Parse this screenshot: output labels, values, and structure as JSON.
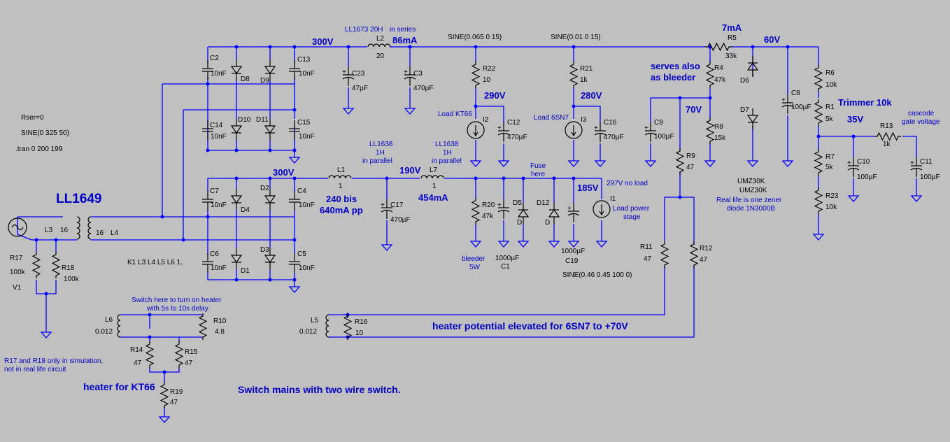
{
  "title": "LL1649",
  "directives": {
    "rser": "Rser=0",
    "sine": "SINE(0 325 50)",
    "tran": ".tran 0 200 199",
    "coupling": "K1 L3 L4 L5 L6 1."
  },
  "transformer": {
    "primary": "L3",
    "secondary": "L4",
    "n1": "16",
    "n2": "16"
  },
  "components": {
    "C2": {
      "ref": "C2",
      "val": "10nF"
    },
    "C13": {
      "ref": "C13",
      "val": "10nF"
    },
    "C14": {
      "ref": "C14",
      "val": "10nF"
    },
    "C15": {
      "ref": "C15",
      "val": "10nF"
    },
    "C7": {
      "ref": "C7",
      "val": "10nF"
    },
    "C4": {
      "ref": "C4",
      "val": "10nF"
    },
    "C6": {
      "ref": "C6",
      "val": "10nF"
    },
    "C5": {
      "ref": "C5",
      "val": "10nF"
    },
    "D8": {
      "ref": "D8"
    },
    "D9": {
      "ref": "D9"
    },
    "D10": {
      "ref": "D10"
    },
    "D11": {
      "ref": "D11"
    },
    "D4": {
      "ref": "D4"
    },
    "D2": {
      "ref": "D2"
    },
    "D1": {
      "ref": "D1"
    },
    "D3": {
      "ref": "D3"
    },
    "L2": {
      "ref": "L2",
      "val": "20"
    },
    "C23": {
      "ref": "C23",
      "val": "47µF"
    },
    "C3": {
      "ref": "C3",
      "val": "470µF"
    },
    "R22": {
      "ref": "R22",
      "val": "10"
    },
    "I2": {
      "ref": "I2"
    },
    "C12": {
      "ref": "C12",
      "val": "470µF"
    },
    "R21": {
      "ref": "R21",
      "val": "1k"
    },
    "I3": {
      "ref": "I3"
    },
    "C16": {
      "ref": "C16",
      "val": "470µF"
    },
    "R5": {
      "ref": "R5",
      "val": "33k"
    },
    "R4": {
      "ref": "R4",
      "val": "47k"
    },
    "R8": {
      "ref": "R8",
      "val": "15k"
    },
    "C9": {
      "ref": "C9",
      "val": "100µF"
    },
    "R9": {
      "ref": "R9",
      "val": "47"
    },
    "D6": {
      "ref": "D6"
    },
    "D7": {
      "ref": "D7"
    },
    "C8": {
      "ref": "C8",
      "val": "100µF"
    },
    "R6": {
      "ref": "R6",
      "val": "10k"
    },
    "R1": {
      "ref": "R1",
      "val": "5k"
    },
    "R7": {
      "ref": "R7",
      "val": "5k"
    },
    "R23": {
      "ref": "R23",
      "val": "10k"
    },
    "C10": {
      "ref": "C10",
      "val": "100µF"
    },
    "R13": {
      "ref": "R13",
      "val": "1k"
    },
    "C11": {
      "ref": "C11",
      "val": "100µF"
    },
    "L1": {
      "ref": "L1",
      "val": "1"
    },
    "C17": {
      "ref": "C17",
      "val": "470µF"
    },
    "L7": {
      "ref": "L7",
      "val": "1"
    },
    "R20": {
      "ref": "R20",
      "val": "47k"
    },
    "C1": {
      "ref": "C1",
      "val": "1000µF"
    },
    "D5": {
      "ref": "D5",
      "val": "D"
    },
    "D12": {
      "ref": "D12",
      "val": "D"
    },
    "C19": {
      "ref": "C19",
      "val": "1000µF"
    },
    "I1": {
      "ref": "I1"
    },
    "R11": {
      "ref": "R11",
      "val": "47"
    },
    "R12": {
      "ref": "R12",
      "val": "47"
    },
    "R17": {
      "ref": "R17",
      "val": "100k"
    },
    "R18": {
      "ref": "R18",
      "val": "100k"
    },
    "V1": {
      "ref": "V1"
    },
    "L6": {
      "ref": "L6",
      "val": "0.012"
    },
    "R10": {
      "ref": "R10",
      "val": "4.8"
    },
    "R14": {
      "ref": "R14",
      "val": "47"
    },
    "R15": {
      "ref": "R15",
      "val": "47"
    },
    "R19": {
      "ref": "R19",
      "val": "47"
    },
    "L5": {
      "ref": "L5",
      "val": "0.012"
    },
    "R16": {
      "ref": "R16",
      "val": "10"
    }
  },
  "nets": {
    "v300_top": "300V",
    "v300_bot": "300V",
    "v290": "290V",
    "v280": "280V",
    "v190": "190V",
    "v185": "185V",
    "v60": "60V",
    "v70": "70V",
    "v35": "35V",
    "ma7": "7mA"
  },
  "notes": {
    "ll1673_a": "LL1673 20H",
    "ll1673_b": "in series",
    "ma86": "86mA",
    "sine1": "SINE(0.065 0 15)",
    "sine2": "SINE(0.01 0 15)",
    "bleeder_a": "serves also",
    "bleeder_b": "as bleeder",
    "trimmer": "Trimmer 10k",
    "cascode_a": "cascode",
    "cascode_b": "gate voltage",
    "ll1638a_1": "LL1638",
    "ll1638a_2": "1H",
    "ll1638a_3": "in parallel",
    "ll1638b_1": "LL1638",
    "ll1638b_2": "1H",
    "ll1638b_3": "in parallel",
    "bis_a": "240 bis",
    "bis_b": "640mA pp",
    "ma454": "454mA",
    "fuse_a": "Fuse",
    "fuse_b": "here",
    "noload": "297V no load",
    "loadkt66": "Load KT66",
    "load6sn7": "Load 6SN7",
    "loadpow_a": "Load power",
    "loadpow_b": "stage",
    "bleed5w_a": "bleeder",
    "bleed5w_b": "5W",
    "sine3": "SINE(0.46 0.45 100 0)",
    "umz_a": "UMZ30K",
    "umz_b": "UMZ30K",
    "zener_a": "Real life is one zener",
    "zener_b": "diode 1N3000B",
    "switch_a": "Switch here to turn on heater",
    "switch_b": "with 5s to 10s delay",
    "sim_a": "R17 and R18 only in simulation,",
    "sim_b": "not in real life circuit",
    "heater_kt66": "heater for KT66",
    "heater_6sn7": "heater potential elevated for 6SN7 to +70V",
    "mains": "Switch mains with two wire switch."
  }
}
